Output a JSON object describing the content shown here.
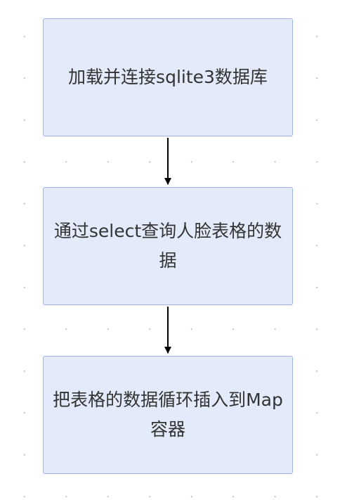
{
  "flowchart": {
    "nodes": [
      {
        "id": "step-1",
        "label": "加载并连接sqlite3数据库"
      },
      {
        "id": "step-2",
        "label": "通过select查询人脸表格的数据"
      },
      {
        "id": "step-3",
        "label": "把表格的数据循环插入到Map容器"
      }
    ],
    "edges": [
      {
        "from": "step-1",
        "to": "step-2"
      },
      {
        "from": "step-2",
        "to": "step-3"
      }
    ]
  }
}
